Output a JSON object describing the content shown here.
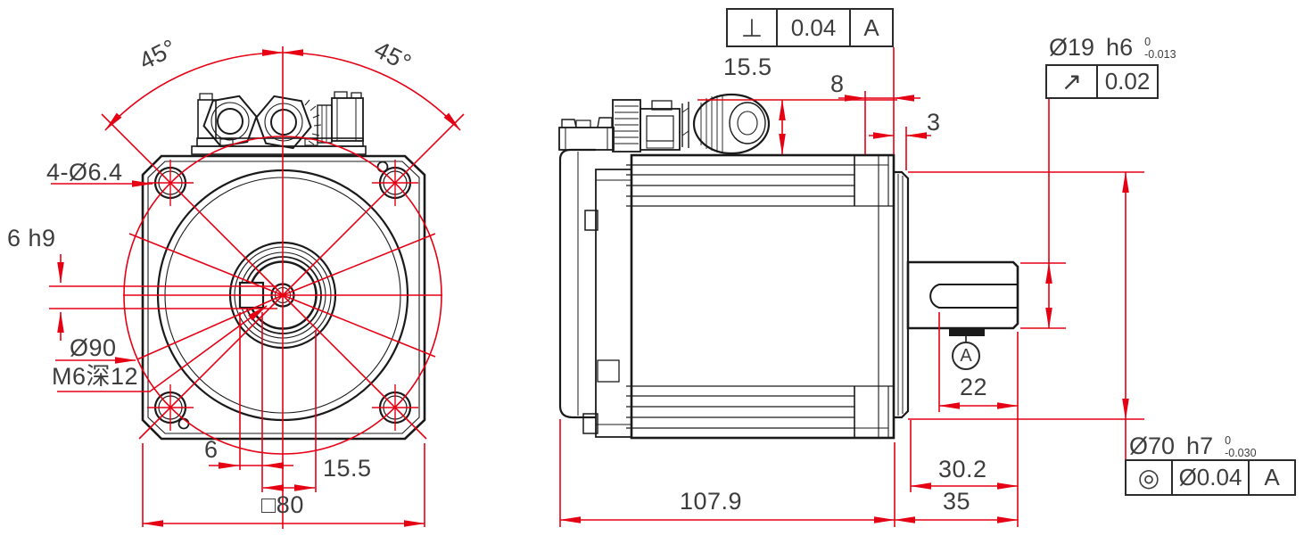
{
  "colors": {
    "line": "#1a1a1a",
    "dimension_red": "#e60014",
    "text": "#3d3d3d",
    "background": "#ffffff"
  },
  "front_view": {
    "angle_left": "45°",
    "angle_right": "45°",
    "mounting_holes": "4-Ø6.4",
    "key_height": "6 h9",
    "bolt_circle_diameter": "Ø90",
    "tapped_hole": "M6深12",
    "key_width": "6",
    "key_flat_to_edge": "15.5",
    "flange_square": "□80"
  },
  "side_view": {
    "connector_height": "15.5",
    "rib_to_flange": "8",
    "spigot_length": "3",
    "keyway_length": "22",
    "shaft_step_length": "30.2",
    "shaft_length": "35",
    "body_length": "107.9",
    "datum_label": "A",
    "shaft_tolerance": {
      "diameter": "Ø19",
      "fit": "h6",
      "upper_limit": "0",
      "lower_limit": "-0.013"
    },
    "spigot_tolerance": {
      "diameter": "Ø70",
      "fit": "h7",
      "upper_limit": "0",
      "lower_limit": "-0.030"
    },
    "gdt_perpendicularity": {
      "symbol": "⊥",
      "tolerance": "0.04",
      "datum": "A"
    },
    "gdt_runout": {
      "symbol": "↗",
      "tolerance": "0.02"
    },
    "gdt_concentricity": {
      "symbol": "◎",
      "tolerance": "Ø0.04",
      "datum": "A"
    }
  }
}
